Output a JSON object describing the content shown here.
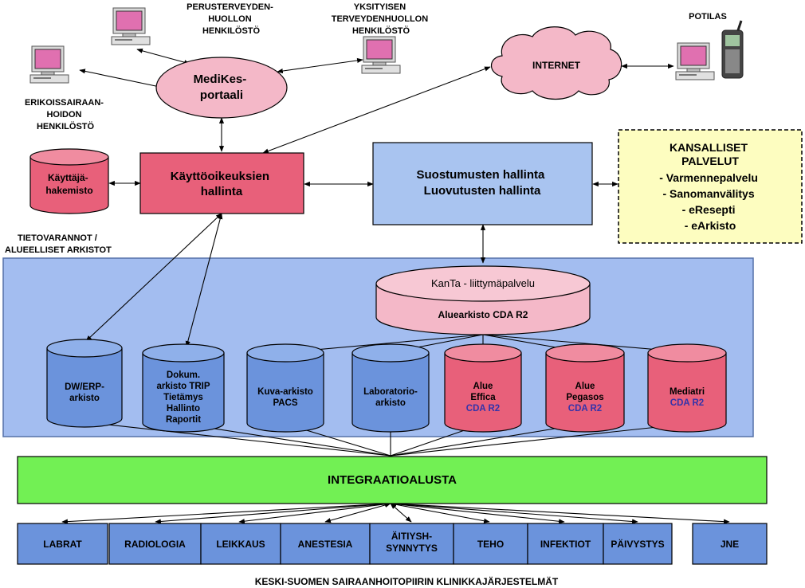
{
  "colors": {
    "pink_light": "#f4b8c8",
    "red": "#e8607a",
    "blue_light": "#a9c4f0",
    "blue_mid": "#6b93dc",
    "panel_blue": "#a3bdf0",
    "green": "#72f054",
    "yellow": "#fdfdc0",
    "cda_text": "#3333aa"
  },
  "top": {
    "perusterveydenhuolto": [
      "PERUSTERVEYDEN-",
      "HUOLLON",
      "HENKILÖSTÖ"
    ],
    "yksityinen": [
      "YKSITYISEN",
      "TERVEYDENHUOLLON",
      "HENKILÖSTÖ"
    ],
    "erikoissairaanhoito": [
      "ERIKOISSAIRAAN-",
      "HOIDON",
      "HENKILÖSTÖ"
    ],
    "potilas": "POTILAS",
    "portal": [
      "MediKes-",
      "portaali"
    ],
    "internet": "INTERNET"
  },
  "middle": {
    "kayttajahakemisto": [
      "Käyttäjä-",
      "hakemisto"
    ],
    "kayttooikeudet": [
      "Käyttöoikeuksien",
      "hallinta"
    ],
    "suostumukset": [
      "Suostumusten hallinta",
      "Luovutusten hallinta"
    ],
    "kansalliset": {
      "title": [
        "KANSALLISET",
        "PALVELUT"
      ],
      "items": [
        "- Varmennepalvelu",
        "- Sanomanvälitys",
        "- eResepti",
        "- eArkisto"
      ]
    },
    "tietovarannot": [
      "TIETOVARANNOT /",
      "ALUEELLISET ARKISTOT"
    ]
  },
  "archive": {
    "kanta": "KanTa - liittymäpalvelu",
    "aluearkisto": "Aluearkisto  CDA R2",
    "cylinders": [
      {
        "lines": [
          "DW/ERP-",
          "arkisto"
        ],
        "cda": ""
      },
      {
        "lines": [
          "Dokum.",
          "arkisto TRIP",
          "Tietämys",
          "Hallinto",
          "Raportit"
        ],
        "cda": ""
      },
      {
        "lines": [
          "Kuva-arkisto",
          "PACS"
        ],
        "cda": ""
      },
      {
        "lines": [
          "Laboratorio-",
          "arkisto"
        ],
        "cda": ""
      },
      {
        "lines": [
          "Alue",
          "Effica"
        ],
        "cda": "CDA R2"
      },
      {
        "lines": [
          "Alue",
          "Pegasos"
        ],
        "cda": "CDA R2"
      },
      {
        "lines": [
          "Mediatri"
        ],
        "cda": "CDA R2"
      }
    ]
  },
  "integraatio": "INTEGRAATIOALUSTA",
  "systems": [
    "LABRAT",
    "RADIOLOGIA",
    "LEIKKAUS",
    "ANESTESIA",
    [
      "ÄITIYSH-",
      "SYNNYTYS"
    ],
    "TEHO",
    "INFEKTIOT",
    "PÄIVYSTYS",
    "JNE"
  ],
  "footer": "KESKI-SUOMEN SAIRAANHOITOPIIRIN KLINIKKAJÄRJESTELMÄT"
}
